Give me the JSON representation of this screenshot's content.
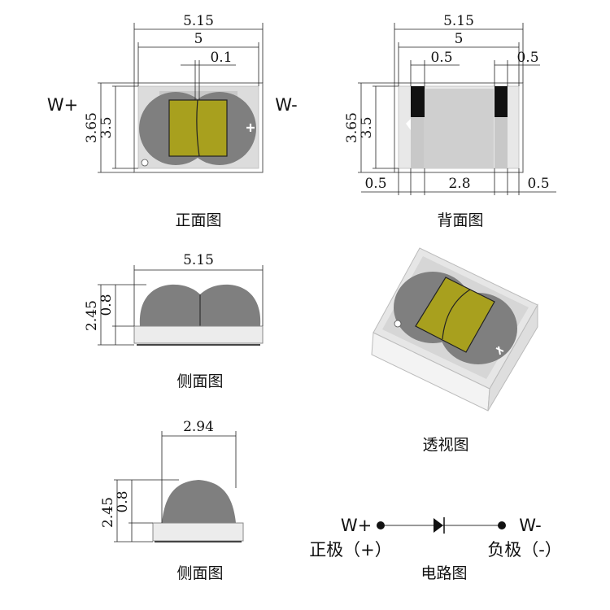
{
  "front_view": {
    "caption": "正面图",
    "dims": {
      "width_outer": "5.15",
      "width_inner": "5",
      "gap": "0.1",
      "height_outer": "3.65",
      "height_inner": "3.5"
    },
    "left_label": "W+",
    "right_label": "W-"
  },
  "back_view": {
    "caption": "背面图",
    "dims": {
      "width_outer": "5.15",
      "width_inner": "5",
      "pad_left": "0.5",
      "pad_right": "0.5",
      "height_outer": "3.65",
      "height_inner": "3.5",
      "bottom_left": "0.5",
      "bottom_mid": "2.8",
      "bottom_right": "0.5"
    }
  },
  "side_view_1": {
    "caption": "侧面图",
    "dims": {
      "width": "5.15",
      "height_total": "2.45",
      "height_base": "0.8"
    }
  },
  "side_view_2": {
    "caption": "侧面图",
    "dims": {
      "width": "2.94",
      "height_total": "2.45",
      "height_base": "0.8"
    }
  },
  "perspective_view": {
    "caption": "透视图"
  },
  "circuit": {
    "caption": "电路图",
    "anode_label": "W+",
    "cathode_label": "W-",
    "anode_polarity": "正极（+）",
    "cathode_polarity": "负极（-）"
  },
  "colors": {
    "chip": "#a8a01e",
    "dome": "#7f7f7f",
    "pad": "#111111",
    "body": "#d0d0d0",
    "base": "#ececec"
  }
}
